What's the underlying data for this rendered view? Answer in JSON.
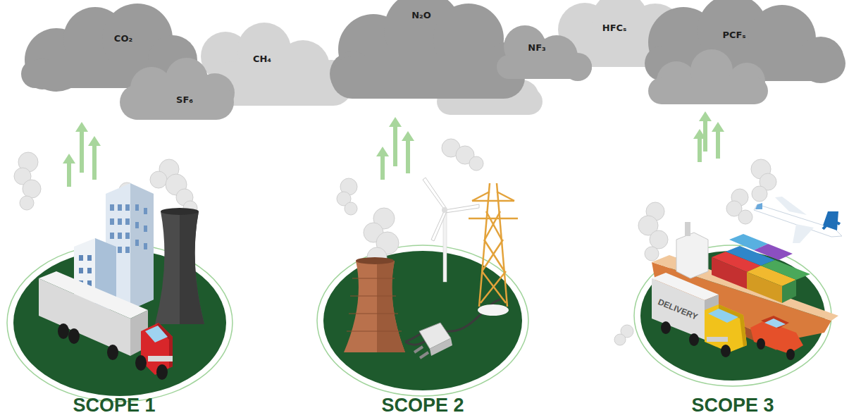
{
  "diagram": {
    "labels": [
      "CO₂",
      "SF₆",
      "CH₄",
      "N₂O",
      "NF₃",
      "HFCₛ",
      "PCFₛ",
      "SCOPE 1",
      "SCOPE 2",
      "SCOPE 3",
      "DELIVERY"
    ]
  }
}
